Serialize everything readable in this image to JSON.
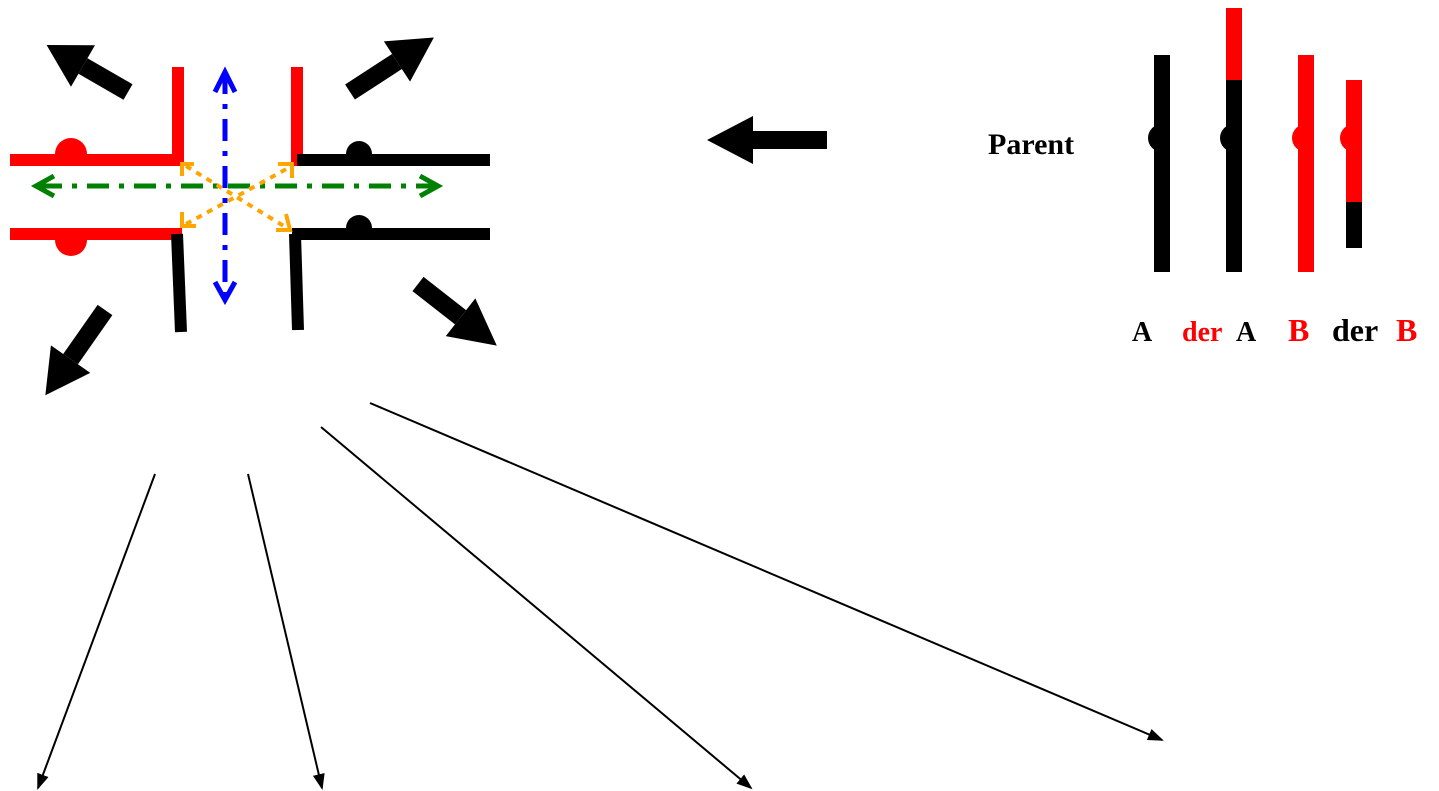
{
  "labels": {
    "parent": "Parent",
    "a": "A",
    "der_a_prefix": "der",
    "der_a_suffix": "A",
    "b": "B",
    "der_b_prefix": "der",
    "der_b_suffix": "B"
  },
  "colors": {
    "black": "#000000",
    "red": "#ff0000",
    "blue": "#0000ff",
    "green": "#008000",
    "orange": "#ffa500"
  }
}
